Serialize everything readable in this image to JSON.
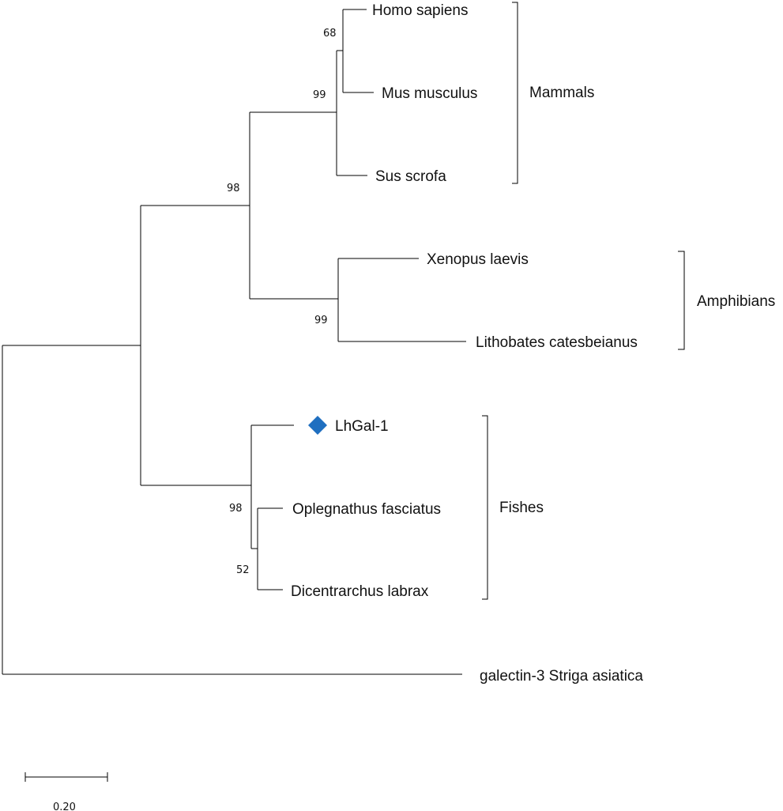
{
  "tree": {
    "taxa": {
      "homo": "Homo sapiens",
      "mus": "Mus musculus",
      "sus": "Sus scrofa",
      "xenopus": "Xenopus laevis",
      "lithobates": "Lithobates catesbeianus",
      "lhgal": "LhGal-1",
      "oplegnathus": "Oplegnathus fasciatus",
      "dicentrarchus": "Dicentrarchus labrax",
      "outgroup": "galectin-3 Striga asiatica"
    },
    "support": {
      "homo_mus": "68",
      "mammals": "99",
      "tetrapods": "98",
      "amphibians": "99",
      "fishes": "98",
      "oplegnathus_dicentrarchus": "52"
    },
    "groups": {
      "mammals": "Mammals",
      "amphibians": "Amphibians",
      "fishes": "Fishes"
    },
    "scale_bar": {
      "label": "0.20"
    },
    "highlight": {
      "marker_color": "#1f6fc0",
      "marker_icon": "diamond-icon"
    }
  }
}
